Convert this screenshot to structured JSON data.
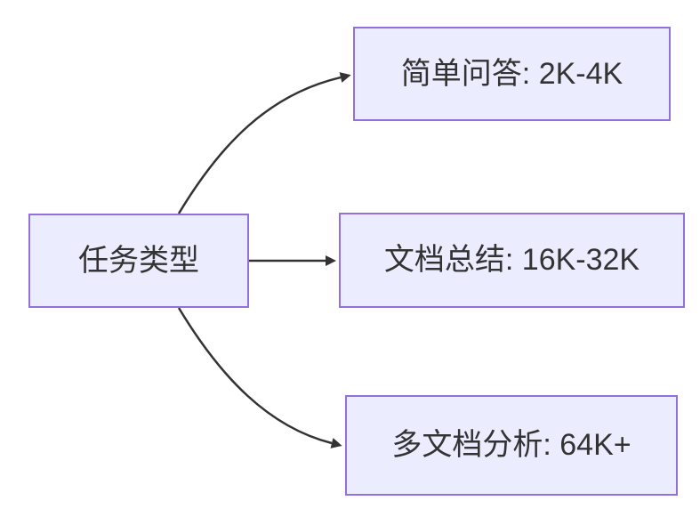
{
  "diagram": {
    "type": "flowchart-lr",
    "nodes": [
      {
        "id": "root",
        "label": "任务类型"
      },
      {
        "id": "qa",
        "label": "简单问答: 2K-4K"
      },
      {
        "id": "summary",
        "label": "文档总结: 16K-32K"
      },
      {
        "id": "multidoc",
        "label": "多文档分析: 64K+"
      }
    ],
    "edges": [
      {
        "from": "root",
        "to": "qa"
      },
      {
        "from": "root",
        "to": "summary"
      },
      {
        "from": "root",
        "to": "multidoc"
      }
    ],
    "colors": {
      "node_fill": "#ECECFF",
      "node_border": "#9370DB",
      "edge_stroke": "#333333",
      "text": "#333333",
      "background": "#FFFFFF"
    }
  }
}
